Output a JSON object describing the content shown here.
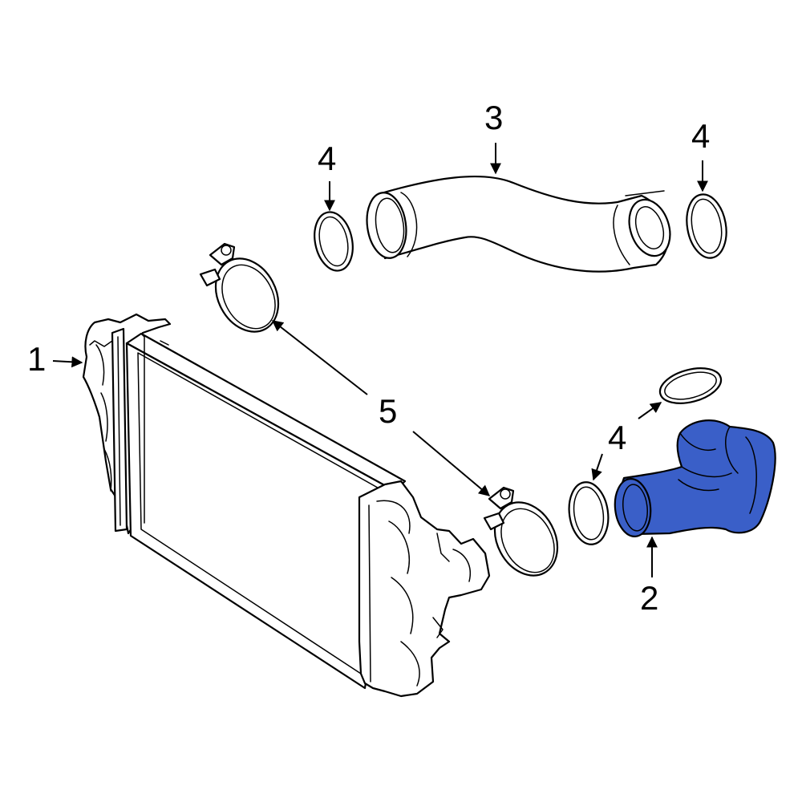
{
  "colors": {
    "line": "#000000",
    "background": "#ffffff",
    "highlight": "#3a5fc8"
  },
  "callouts": [
    {
      "id": "1",
      "label": "1",
      "part": "intercooler"
    },
    {
      "id": "2",
      "label": "2",
      "part": "outlet-pipe",
      "highlighted": true
    },
    {
      "id": "3",
      "label": "3",
      "part": "inlet-hose"
    },
    {
      "id": "4a",
      "label": "4",
      "part": "o-ring"
    },
    {
      "id": "4b",
      "label": "4",
      "part": "o-ring"
    },
    {
      "id": "4c",
      "label": "4",
      "part": "o-ring"
    },
    {
      "id": "5",
      "label": "5",
      "part": "clamp"
    }
  ]
}
